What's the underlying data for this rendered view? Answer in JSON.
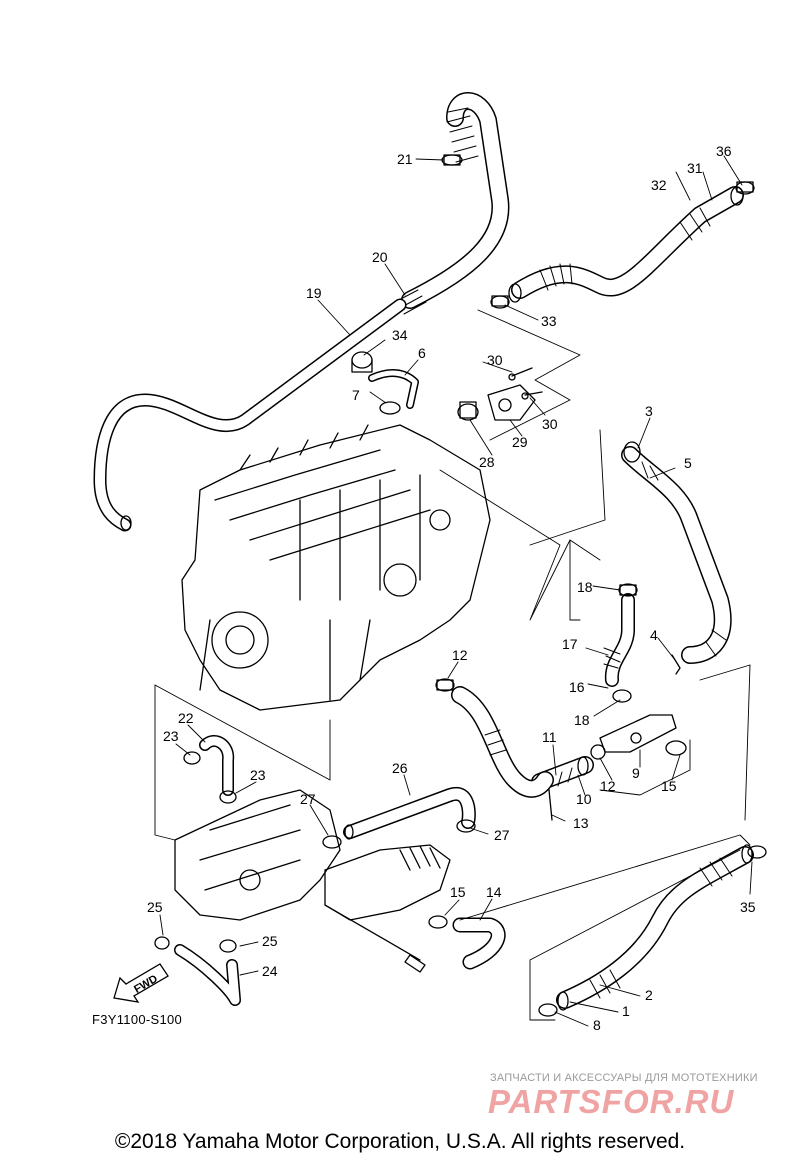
{
  "figure_code": "F3Y1100-S100",
  "copyright": "©2018 Yamaha Motor Corporation, U.S.A. All rights reserved.",
  "watermark": {
    "small": "ЗАПЧАСТИ И АКСЕССУАРЫ ДЛЯ МОТОТЕХНИКИ",
    "brand": "PARTSFOR.RU"
  },
  "fwd_label": "FWD",
  "callouts": {
    "c1": "1",
    "c2": "2",
    "c3": "3",
    "c4": "4",
    "c5": "5",
    "c6": "6",
    "c7": "7",
    "c8": "8",
    "c9": "9",
    "c10": "10",
    "c11": "11",
    "c12a": "12",
    "c12b": "12",
    "c13": "13",
    "c14": "14",
    "c15a": "15",
    "c15b": "15",
    "c16": "16",
    "c17": "17",
    "c18a": "18",
    "c18b": "18",
    "c19": "19",
    "c20": "20",
    "c21": "21",
    "c22": "22",
    "c23a": "23",
    "c23b": "23",
    "c24": "24",
    "c25a": "25",
    "c25b": "25",
    "c26": "26",
    "c27a": "27",
    "c27b": "27",
    "c28": "28",
    "c29": "29",
    "c30a": "30",
    "c30b": "30",
    "c31": "31",
    "c32": "32",
    "c33": "33",
    "c34": "34",
    "c35": "35",
    "c36": "36"
  },
  "colors": {
    "line": "#000000",
    "watermark_brand": "#f0a3a3",
    "watermark_small": "#9a9a9a"
  }
}
